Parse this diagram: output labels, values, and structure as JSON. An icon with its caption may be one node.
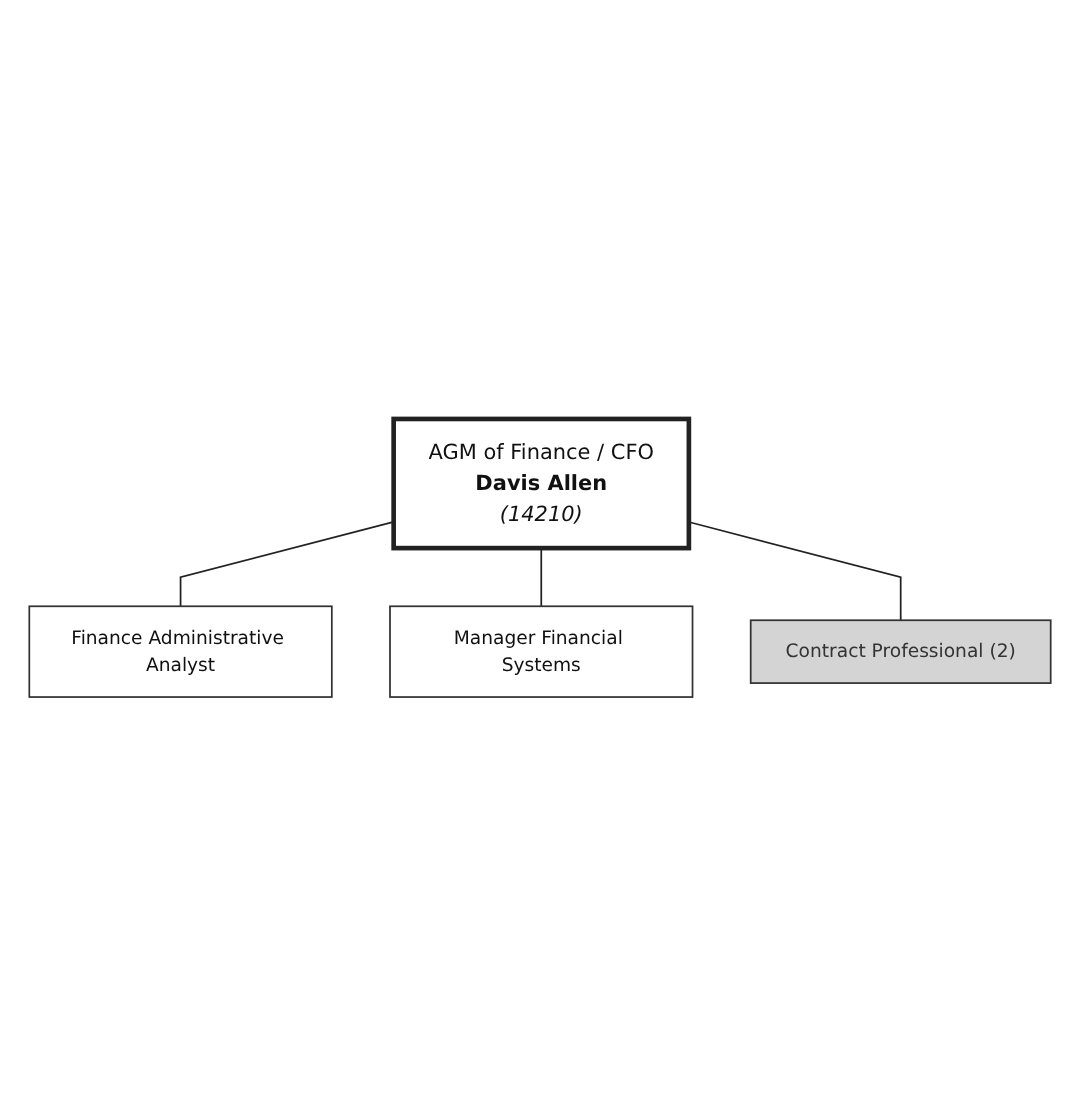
{
  "diagram": {
    "nodes": [
      {
        "text": [
          "AGM of Finance / CFO",
          "Davis Allen",
          "(14210)"
        ]
      },
      {
        "text": [
          "Finance Administrative Analyst"
        ]
      },
      {
        "text": [
          "Manager Financial Systems"
        ]
      },
      {
        "text": [
          "Contract Professional (2)"
        ]
      }
    ],
    "edges": [
      {
        "from": 0,
        "to": 1,
        "arrow": "none"
      },
      {
        "from": 0,
        "to": 2,
        "arrow": "none"
      },
      {
        "from": 0,
        "to": 3,
        "arrow": "none"
      }
    ]
  }
}
